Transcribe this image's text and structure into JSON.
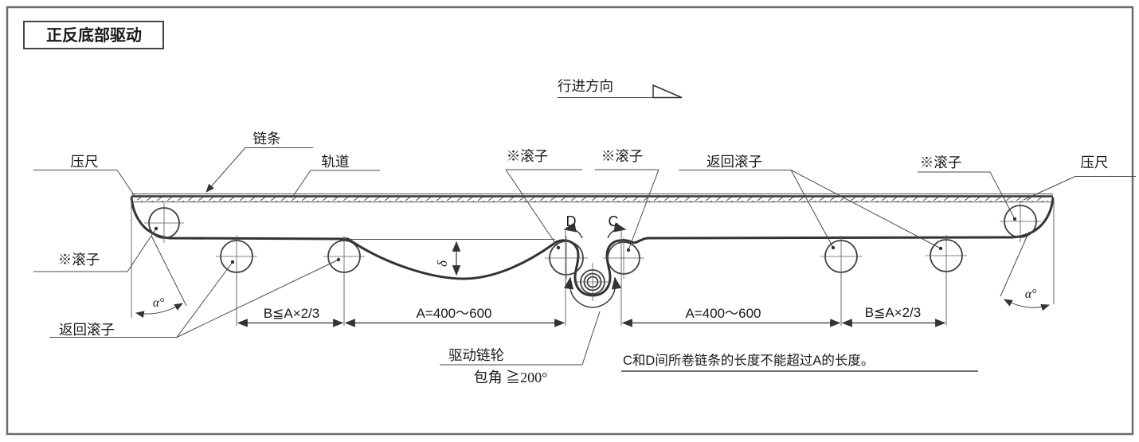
{
  "title": "正反底部驱动",
  "direction_label": "行进方向",
  "callouts": {
    "chain": "链条",
    "rail": "轨道",
    "press_bar_left": "压尺",
    "press_bar_right": "压尺",
    "roller_left": "※滚子",
    "roller_center_left": "※滚子",
    "roller_center_right": "※滚子",
    "roller_right": "※滚子",
    "return_rollers_left": "返回滚子",
    "return_rollers_right": "返回滚子",
    "drive_sprocket": "驱动链轮",
    "wrap_angle": "包角 ≧200°"
  },
  "points": {
    "d": "D",
    "c": "C"
  },
  "symbols": {
    "delta": "δ",
    "alpha_left": "α°",
    "alpha_right": "α°"
  },
  "dimensions": {
    "b_left": "B≦A×2/3",
    "a_left": "A=400～600",
    "a_right": "A=400～600",
    "b_right": "B≦A×2/3"
  },
  "note": "C和D间所卷链条的长度不能超过A的长度。",
  "colors": {
    "line": "#3c3c3c",
    "text": "#1a1a1a",
    "background": "#ffffff"
  }
}
